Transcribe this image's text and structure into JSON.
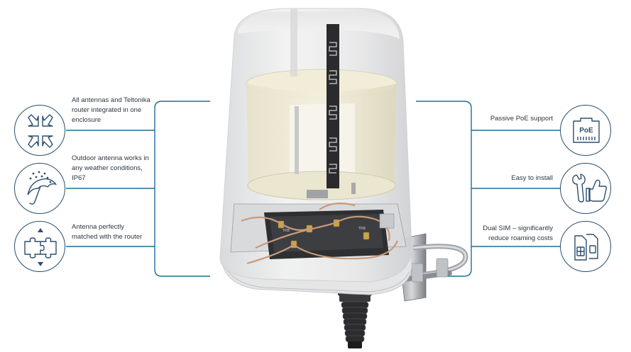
{
  "features": {
    "left": [
      {
        "id": "integrated",
        "icon": "arrows-inward-icon",
        "lines": [
          "All antennas and Teltonika",
          "router integrated in one",
          "enclosure"
        ]
      },
      {
        "id": "weather",
        "icon": "umbrella-rain-icon",
        "lines": [
          "Outdoor antenna works in",
          "any weather conditions,",
          "IP67"
        ]
      },
      {
        "id": "matched",
        "icon": "puzzle-icon",
        "lines": [
          "Antenna perfectly",
          "matched with the router"
        ]
      }
    ],
    "right": [
      {
        "id": "poe",
        "icon": "poe-port-icon",
        "lines": [
          "Passive PoE support"
        ]
      },
      {
        "id": "install",
        "icon": "wrench-thumbs-up-icon",
        "lines": [
          "Easy to install"
        ]
      },
      {
        "id": "dualsim",
        "icon": "dual-sim-icon",
        "lines": [
          "Dual SIM – significantly",
          "reduce roaming costs"
        ]
      }
    ]
  },
  "poe_icon_label": "PoE",
  "colors": {
    "line": "#1d6f94",
    "icon": "#2b4e6d",
    "text": "#2f3640"
  }
}
